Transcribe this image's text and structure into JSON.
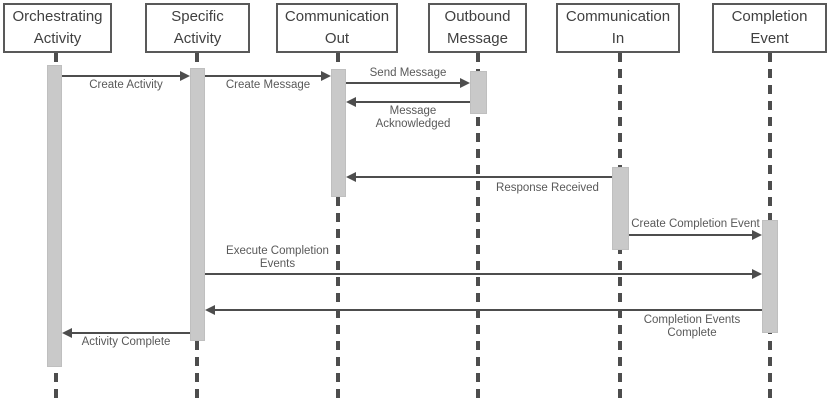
{
  "diagram_type": "uml-sequence-diagram",
  "actors": [
    {
      "name": "orchestrating-activity",
      "label": "Orchestrating\nActivity"
    },
    {
      "name": "specific-activity",
      "label": "Specific\nActivity"
    },
    {
      "name": "communication-out",
      "label": "Communication\nOut"
    },
    {
      "name": "outbound-message",
      "label": "Outbound\nMessage"
    },
    {
      "name": "communication-in",
      "label": "Communication\nIn"
    },
    {
      "name": "completion-event",
      "label": "Completion\nEvent"
    }
  ],
  "messages": [
    {
      "label": "Create Activity",
      "from": "Orchestrating Activity",
      "to": "Specific Activity",
      "direction": "right"
    },
    {
      "label": "Create Message",
      "from": "Specific Activity",
      "to": "Communication Out",
      "direction": "right"
    },
    {
      "label": "Send Message",
      "from": "Communication Out",
      "to": "Outbound Message",
      "direction": "right"
    },
    {
      "label": "Message\nAcknowledged",
      "from": "Outbound Message",
      "to": "Communication Out",
      "direction": "left"
    },
    {
      "label": "Response Received",
      "from": "Communication In",
      "to": "Communication Out",
      "direction": "left"
    },
    {
      "label": "Create Completion Event",
      "from": "Communication In",
      "to": "Completion Event",
      "direction": "right"
    },
    {
      "label": "Execute Completion\nEvents",
      "from": "Specific Activity",
      "to": "Completion Event",
      "direction": "right"
    },
    {
      "label": "Completion Events\nComplete",
      "from": "Completion Event",
      "to": "Specific Activity",
      "direction": "left"
    },
    {
      "label": "Activity Complete",
      "from": "Specific Activity",
      "to": "Orchestrating Activity",
      "direction": "left"
    }
  ],
  "colors": {
    "background": "#ffffff",
    "box_border": "#595959",
    "box_text": "#404040",
    "line": "#4d4d4d",
    "activation_fill": "#c9c9c9",
    "label_text": "#595959"
  }
}
